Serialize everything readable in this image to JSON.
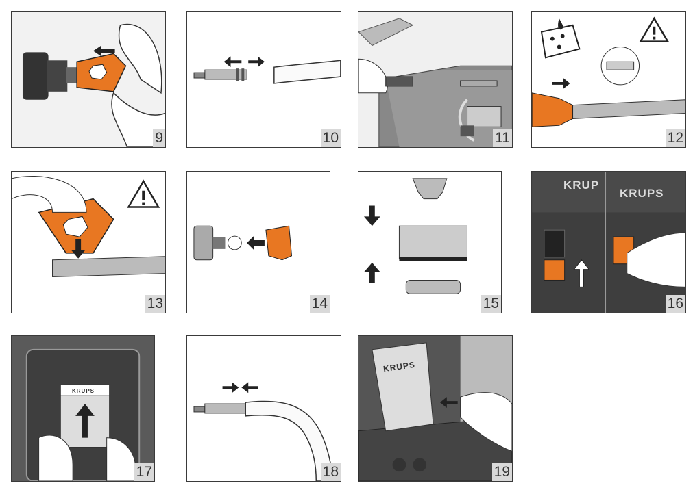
{
  "steps": [
    {
      "number": "9"
    },
    {
      "number": "10"
    },
    {
      "number": "11"
    },
    {
      "number": "12"
    },
    {
      "number": "13"
    },
    {
      "number": "14"
    },
    {
      "number": "15"
    },
    {
      "number": "16"
    },
    {
      "number": "17"
    },
    {
      "number": "18"
    },
    {
      "number": "19"
    }
  ],
  "brand": "KRUPS",
  "brand_cut": "KRUP",
  "colors": {
    "accent": "#e87722",
    "dark": "#3a3a3a",
    "machine": "#555555",
    "label_bg": "#d9d9d9"
  },
  "icons": [
    "warning-triangle-icon",
    "wet-sponge-icon",
    "arrow-icon"
  ]
}
